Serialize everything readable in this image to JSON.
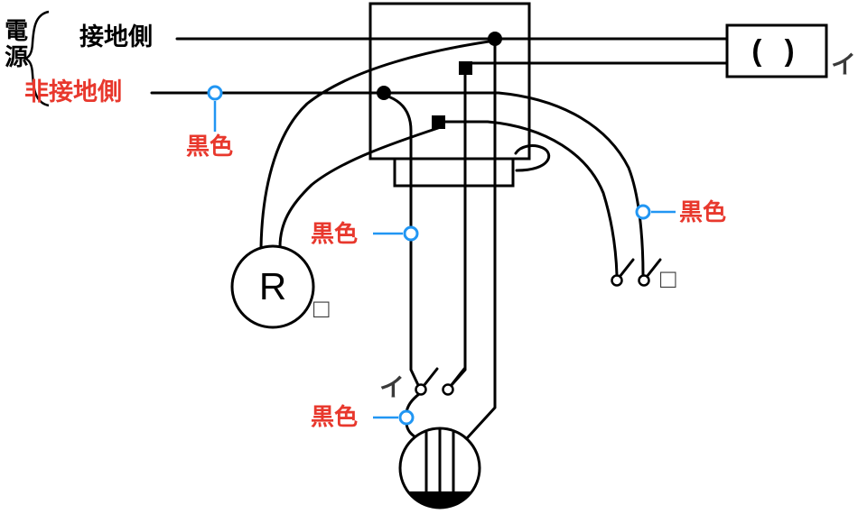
{
  "colors": {
    "wire": "#000000",
    "annotation_red": "#e8382d",
    "marker_blue": "#2196f3",
    "circuit_mark_gray": "#3a3a3a"
  },
  "power": {
    "label": "電源",
    "grounded_label": "接地側",
    "ungrounded_label": "非接地側"
  },
  "wire_color_notes": [
    {
      "text": "黒色",
      "location": "ungrounded-source-wire"
    },
    {
      "text": "黒色",
      "location": "bottom-switch-feed-wire"
    },
    {
      "text": "黒色",
      "location": "right-switch-feed-wire"
    },
    {
      "text": "黒色",
      "location": "ceiling-light-live-wire"
    }
  ],
  "components": {
    "junction_box": {
      "type": "junction-box"
    },
    "receptacle": {
      "text": "( )",
      "circuit": "イ"
    },
    "lamp": {
      "letter": "R",
      "circuit": "□"
    },
    "switch_right": {
      "circuit": "□"
    },
    "switch_bottom": {
      "circuit": "イ"
    },
    "ceiling_light": {
      "type": "ceiling-light"
    }
  }
}
